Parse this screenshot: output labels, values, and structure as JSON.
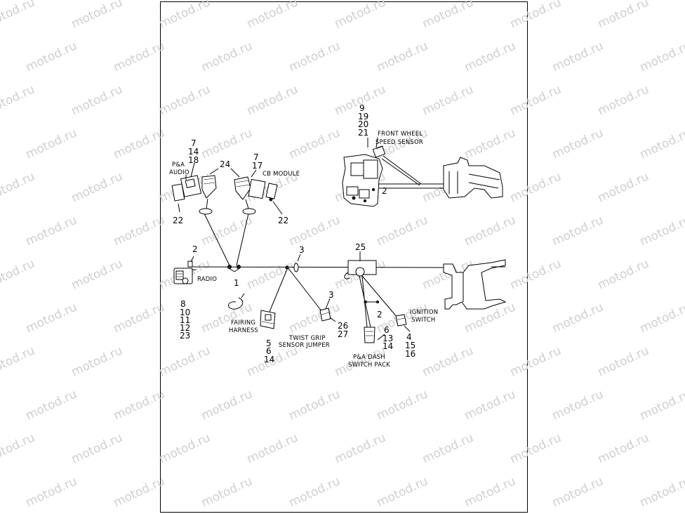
{
  "watermark": "motod.ru",
  "labels": {
    "front_wheel_speed_sensor": [
      "FRONT WHEEL",
      "SPEED SENSOR"
    ],
    "pa_audio": [
      "P&A",
      "AUDIO"
    ],
    "cb_module": "CB MODULE",
    "radio": "RADIO",
    "fairing_harness": [
      "FAIRING",
      "HARNESS"
    ],
    "twist_grip": [
      "TWIST GRIP",
      "SENSOR JUMPER"
    ],
    "pa_dash": [
      "P&A DASH",
      "SWITCH PACK"
    ],
    "ignition_switch": [
      "IGNITION",
      "SWITCH"
    ]
  },
  "callouts": {
    "speed_sensor_refs": [
      "9",
      "19",
      "20",
      "21"
    ],
    "speed_sensor_2": "2",
    "pa_audio_refs": [
      "7",
      "14",
      "18"
    ],
    "cb_refs": [
      "7",
      "17"
    ],
    "ref_24": "24",
    "ref_22_left": "22",
    "ref_22_right": "22",
    "radio_top_2": "2",
    "radio_refs": [
      "8",
      "10",
      "11",
      "12",
      "23"
    ],
    "ref_1": "1",
    "ref_3_top": "3",
    "ref_3_mid": "3",
    "ref_25": "25",
    "twist_refs": [
      "26",
      "27"
    ],
    "fairing_refs": [
      "5",
      "6",
      "14"
    ],
    "dash_2": "2",
    "dash_refs": [
      "6",
      "13",
      "14"
    ],
    "ignition_refs": [
      "4",
      "15",
      "16"
    ]
  }
}
